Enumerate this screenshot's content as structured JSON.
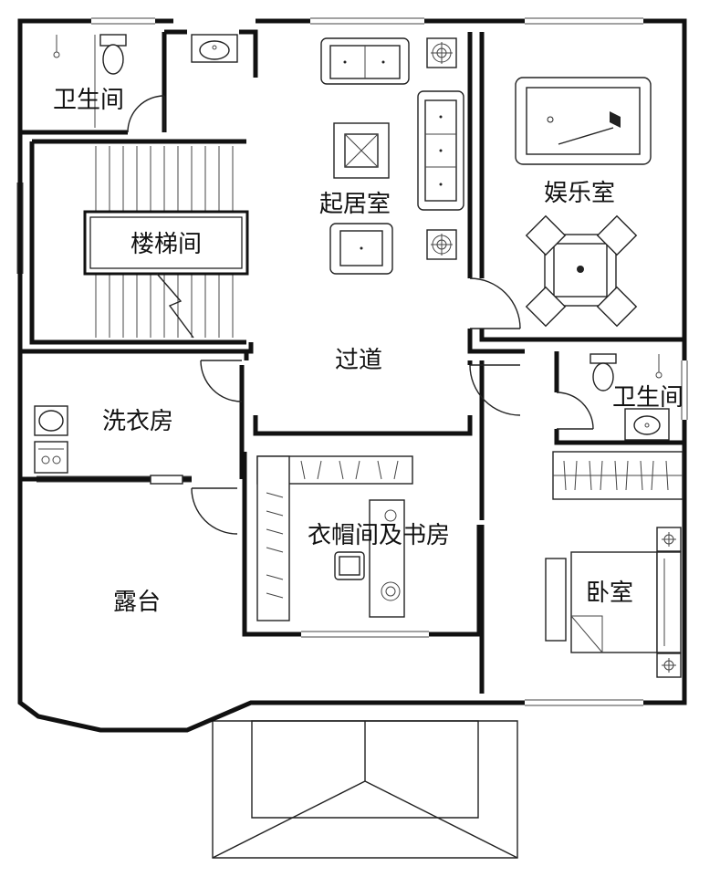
{
  "rooms": {
    "bathroom_top_left": "卫生间",
    "stairwell": "楼梯间",
    "living_room": "起居室",
    "entertainment_room": "娱乐室",
    "corridor": "过道",
    "laundry_room": "洗衣房",
    "bathroom_right": "卫生间",
    "wardrobe_study": "衣帽间及书房",
    "terrace": "露台",
    "bedroom": "卧室"
  },
  "colors": {
    "wall": "#111111",
    "line": "#222222",
    "background": "#ffffff"
  }
}
